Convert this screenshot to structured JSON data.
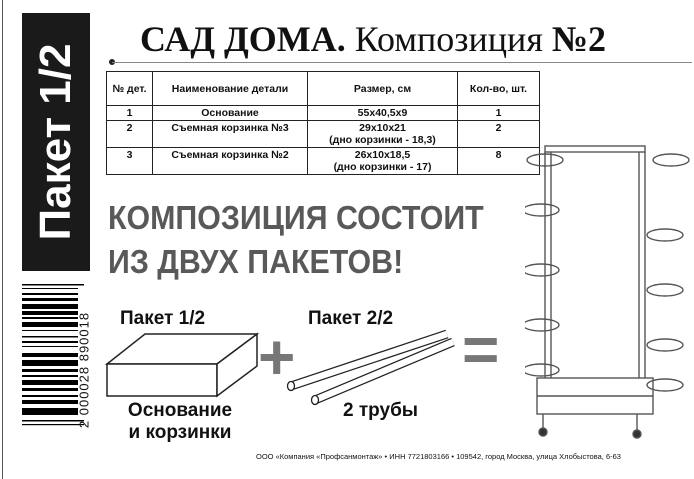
{
  "banner": {
    "label": "Пакет 1/2"
  },
  "barcode": {
    "number": "2 000028 890018"
  },
  "title": {
    "brand": "САД ДОМА.",
    "middle": " Композиция ",
    "number": "№2"
  },
  "table": {
    "headers": [
      "№ дет.",
      "Наименование детали",
      "Размер, см",
      "Кол-во, шт."
    ],
    "rows": [
      {
        "no": "1",
        "name": "Основание",
        "size": "55x40,5x9",
        "size_note": "",
        "qty": "1"
      },
      {
        "no": "2",
        "name": "Съемная корзинка №3",
        "size": "29x10x21",
        "size_note": "(дно корзинки - 18,3)",
        "qty": "2"
      },
      {
        "no": "3",
        "name": "Съемная корзинка №2",
        "size": "26x10x18,5",
        "size_note": "(дно корзинки - 17)",
        "qty": "8"
      }
    ]
  },
  "notice": {
    "line1": "КОМПОЗИЦИЯ СОСТОИТ",
    "line2": "ИЗ ДВУХ ПАКЕТОВ!"
  },
  "pack1": {
    "title": "Пакет 1/2",
    "caption_1": "Основание",
    "caption_2": "и корзинки"
  },
  "pack2": {
    "title": "Пакет 2/2",
    "caption": "2 трубы"
  },
  "operators": {
    "plus": "+",
    "equals": "="
  },
  "footer": "ООО «Компания «Профсанмонтаж» • ИНН 7721803166 • 109542, город Москва, улица Хлобыстова, 6-63"
}
